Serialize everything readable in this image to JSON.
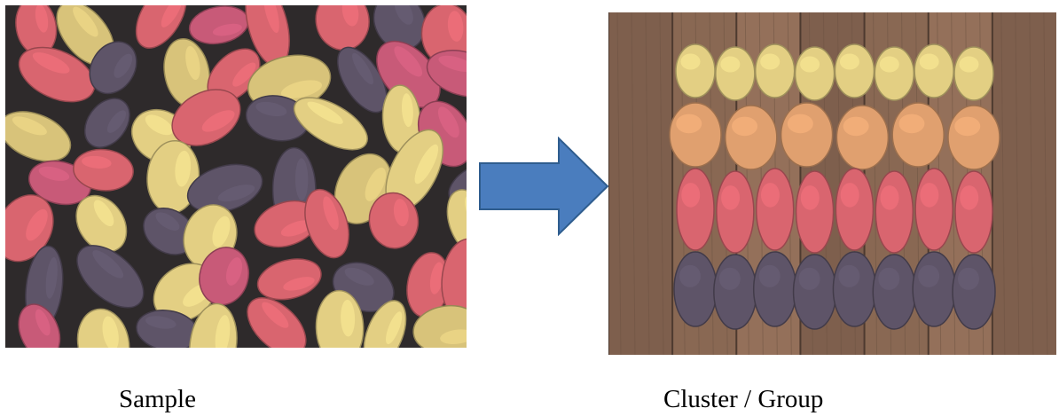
{
  "captions": {
    "left": "Sample",
    "right": "Cluster / Group"
  },
  "colors": {
    "arrow_fill": "#4a7dbe",
    "arrow_stroke": "#2f5d8e",
    "yellow_potato": "#e3cf83",
    "red_yellow_potato": "#e0a06f",
    "pink_potato": "#d9656f",
    "purple_potato": "#5e5468",
    "wood": "#8c6a55"
  },
  "illustrations": {
    "left": "mixed-potatoes-photo",
    "right": "sorted-potatoes-photo",
    "arrow": "right-arrow-icon"
  }
}
